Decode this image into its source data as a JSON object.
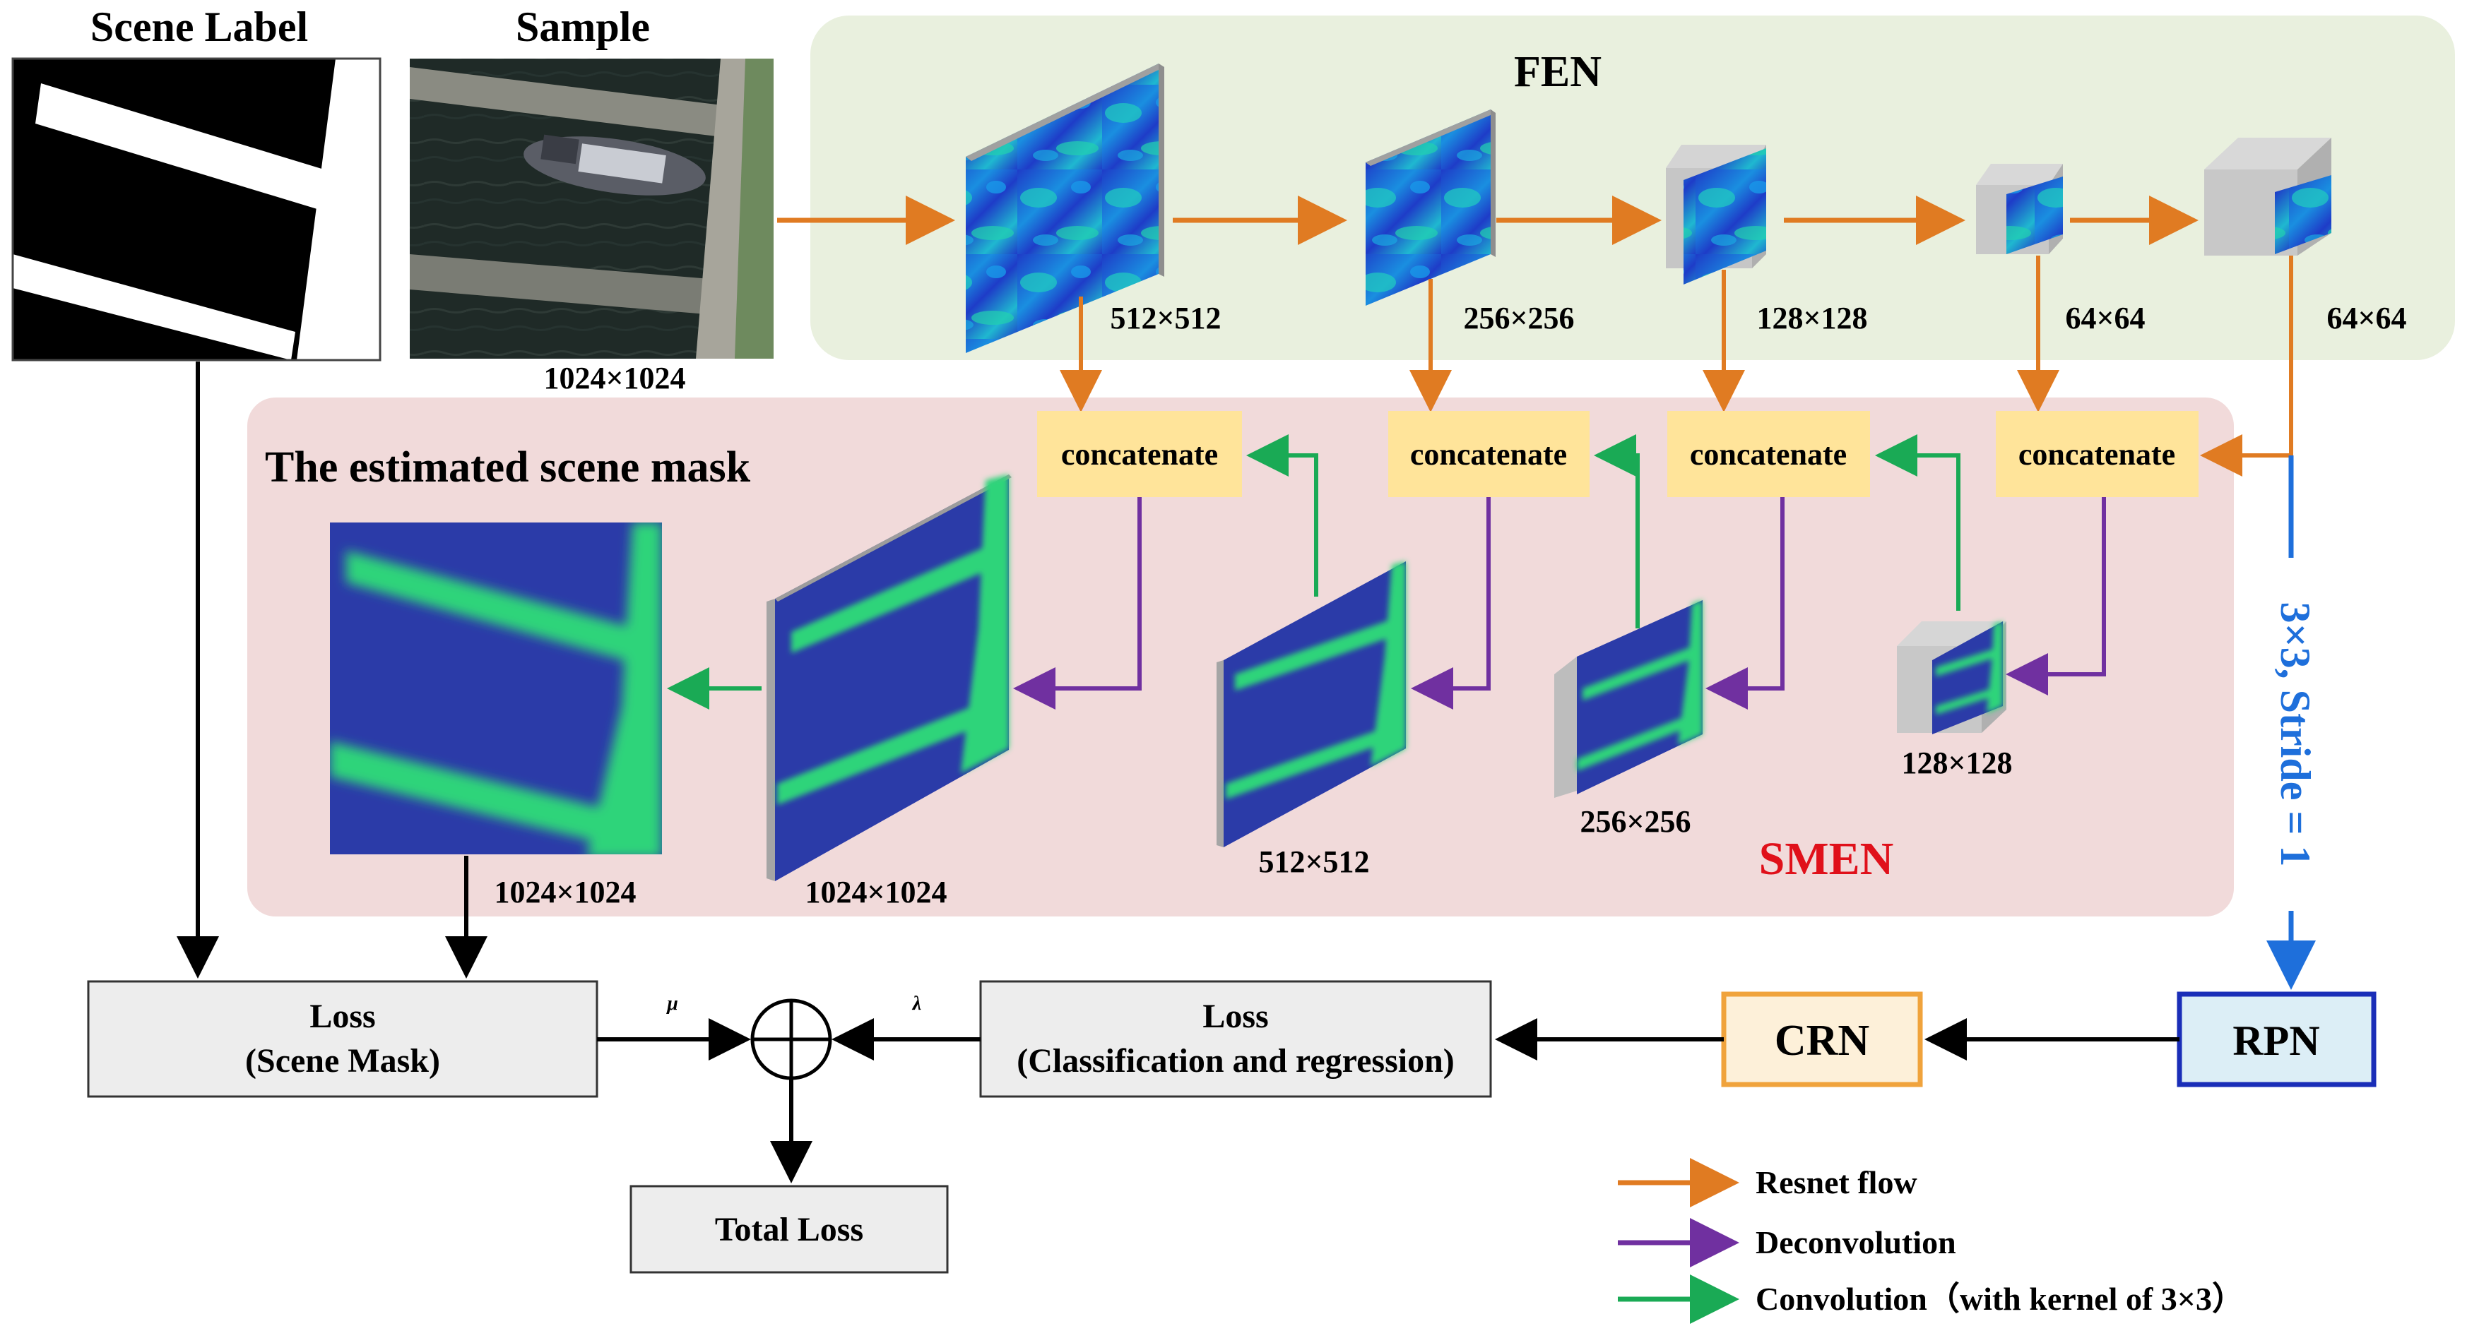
{
  "labels": {
    "scene_label": "Scene Label",
    "sample": "Sample",
    "sample_size": "1024×1024",
    "fen": "FEN",
    "smen": "SMEN",
    "estimated_mask": "The estimated scene mask"
  },
  "fen_sizes": [
    "512×512",
    "256×256",
    "128×128",
    "64×64",
    "64×64"
  ],
  "concatenate_label": "concatenate",
  "smen_sizes": {
    "mask": "1024×1024",
    "d1": "1024×1024",
    "d2": "512×512",
    "d3": "256×256",
    "d4": "128×128"
  },
  "rpn_branch": "3×3, Stride = 1",
  "boxes": {
    "loss_mask_line1": "Loss",
    "loss_mask_line2": "(Scene Mask)",
    "loss_cls_line1": "Loss",
    "loss_cls_line2": "(Classification and regression)",
    "total_loss": "Total Loss",
    "crn": "CRN",
    "rpn": "RPN"
  },
  "weights": {
    "mu": "μ",
    "lambda": "λ"
  },
  "legend": [
    {
      "label": "Resnet flow",
      "color": "#E07B22"
    },
    {
      "label": "Deconvolution",
      "color": "#7030A0"
    },
    {
      "label": "Convolution（with kernel of 3×3）",
      "color": "#1AAA55"
    }
  ],
  "colors": {
    "fen_bg": "#E9F0DE",
    "smen_bg": "#F1DADA",
    "concat_fill": "#FFE49A",
    "smen_title": "#E0101A",
    "rpn_blue": "#1E6FDB",
    "rpn_border": "#1A2EB8",
    "rpn_fill": "#DCEEF6",
    "crn_border": "#F0A33C",
    "crn_fill": "#FDF0D9",
    "loss_fill": "#EDEDED",
    "feature_blue": "#1E3CC8",
    "feature_cyan": "#1FC9C0",
    "mask_blue": "#2B3BA8",
    "mask_green": "#2FD47A"
  }
}
